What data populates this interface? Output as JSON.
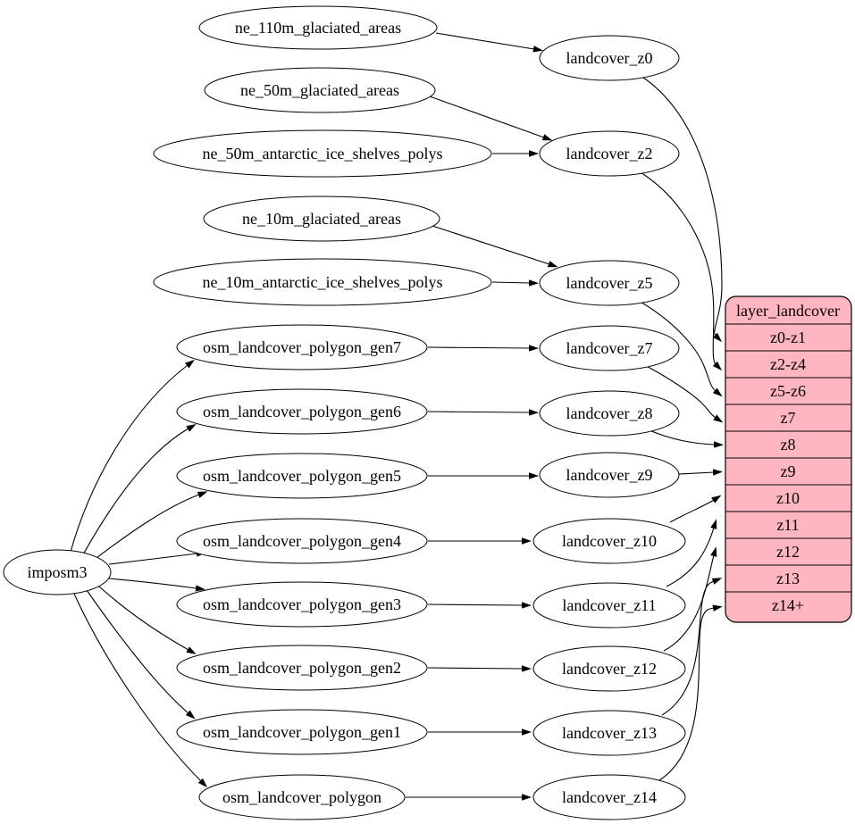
{
  "diagram": {
    "importer": {
      "label": "imposm3"
    },
    "sources": [
      "ne_110m_glaciated_areas",
      "ne_50m_glaciated_areas",
      "ne_50m_antarctic_ice_shelves_polys",
      "ne_10m_glaciated_areas",
      "ne_10m_antarctic_ice_shelves_polys",
      "osm_landcover_polygon_gen7",
      "osm_landcover_polygon_gen6",
      "osm_landcover_polygon_gen5",
      "osm_landcover_polygon_gen4",
      "osm_landcover_polygon_gen3",
      "osm_landcover_polygon_gen2",
      "osm_landcover_polygon_gen1",
      "osm_landcover_polygon"
    ],
    "layers": [
      "landcover_z0",
      "landcover_z2",
      "landcover_z5",
      "landcover_z7",
      "landcover_z8",
      "landcover_z9",
      "landcover_z10",
      "landcover_z11",
      "landcover_z12",
      "landcover_z13",
      "landcover_z14"
    ],
    "table": {
      "title": "layer_landcover",
      "rows": [
        "z0-z1",
        "z2-z4",
        "z5-z6",
        "z7",
        "z8",
        "z9",
        "z10",
        "z11",
        "z12",
        "z13",
        "z14+"
      ]
    },
    "edges": [
      [
        "imposm3",
        "osm_landcover_polygon_gen7"
      ],
      [
        "imposm3",
        "osm_landcover_polygon_gen6"
      ],
      [
        "imposm3",
        "osm_landcover_polygon_gen5"
      ],
      [
        "imposm3",
        "osm_landcover_polygon_gen4"
      ],
      [
        "imposm3",
        "osm_landcover_polygon_gen3"
      ],
      [
        "imposm3",
        "osm_landcover_polygon_gen2"
      ],
      [
        "imposm3",
        "osm_landcover_polygon_gen1"
      ],
      [
        "imposm3",
        "osm_landcover_polygon"
      ],
      [
        "ne_110m_glaciated_areas",
        "landcover_z0"
      ],
      [
        "ne_50m_glaciated_areas",
        "landcover_z2"
      ],
      [
        "ne_50m_antarctic_ice_shelves_polys",
        "landcover_z2"
      ],
      [
        "ne_10m_glaciated_areas",
        "landcover_z5"
      ],
      [
        "ne_10m_antarctic_ice_shelves_polys",
        "landcover_z5"
      ],
      [
        "osm_landcover_polygon_gen7",
        "landcover_z7"
      ],
      [
        "osm_landcover_polygon_gen6",
        "landcover_z8"
      ],
      [
        "osm_landcover_polygon_gen5",
        "landcover_z9"
      ],
      [
        "osm_landcover_polygon_gen4",
        "landcover_z10"
      ],
      [
        "osm_landcover_polygon_gen3",
        "landcover_z11"
      ],
      [
        "osm_landcover_polygon_gen2",
        "landcover_z12"
      ],
      [
        "osm_landcover_polygon_gen1",
        "landcover_z13"
      ],
      [
        "osm_landcover_polygon",
        "landcover_z14"
      ],
      [
        "landcover_z0",
        "z0-z1"
      ],
      [
        "landcover_z2",
        "z2-z4"
      ],
      [
        "landcover_z5",
        "z5-z6"
      ],
      [
        "landcover_z7",
        "z7"
      ],
      [
        "landcover_z8",
        "z8"
      ],
      [
        "landcover_z9",
        "z9"
      ],
      [
        "landcover_z10",
        "z10"
      ],
      [
        "landcover_z11",
        "z11"
      ],
      [
        "landcover_z12",
        "z12"
      ],
      [
        "landcover_z13",
        "z13"
      ],
      [
        "landcover_z14",
        "z14+"
      ]
    ],
    "colors": {
      "table_fill": "#ffb6c1",
      "node_fill": "#ffffff",
      "stroke": "#000000",
      "background": "#ffffff"
    }
  }
}
